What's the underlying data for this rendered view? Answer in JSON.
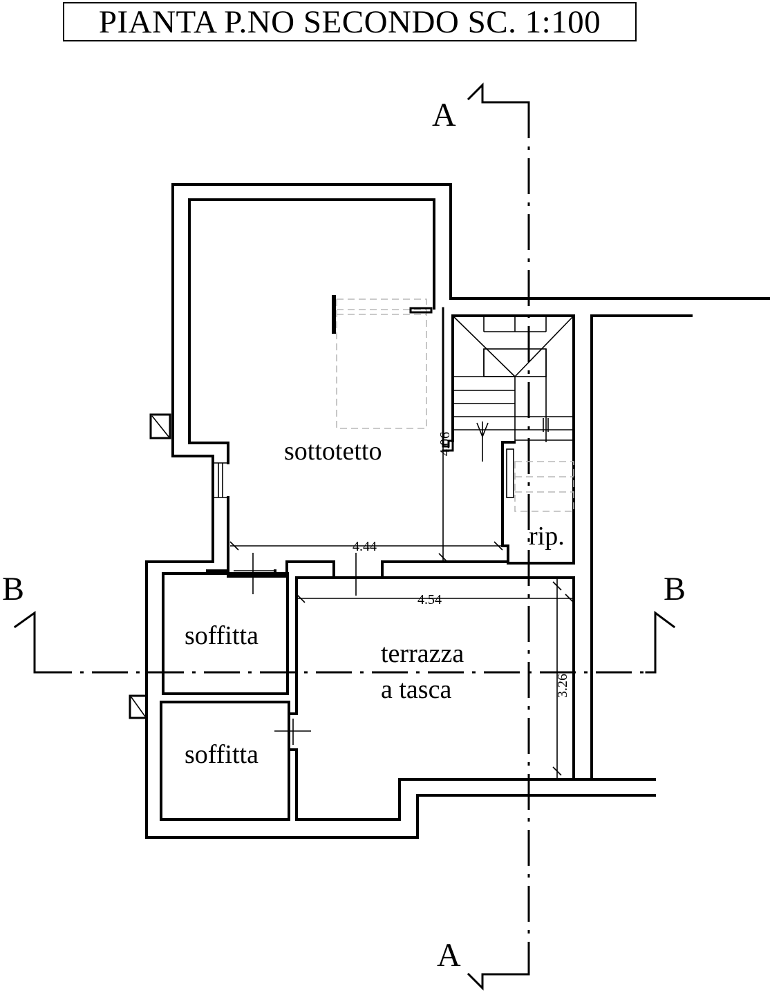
{
  "title": "PIANTA P.NO SECONDO SC. 1:100",
  "rooms": {
    "sottotetto": "sottotetto",
    "rip": "rip.",
    "soffitta_1": "soffitta",
    "soffitta_2": "soffitta",
    "terrazza_line1": "terrazza",
    "terrazza_line2": "a tasca"
  },
  "sections": {
    "a_top": "A",
    "a_bottom": "A",
    "b_left": "B",
    "b_right": "B"
  },
  "dimensions": {
    "d_444": "4.44",
    "d_454": "4.54",
    "d_406": "4.06",
    "d_326": "3.26"
  }
}
